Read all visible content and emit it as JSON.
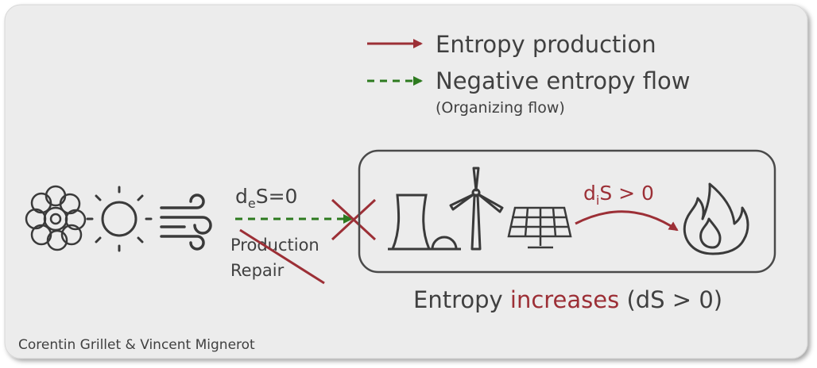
{
  "legend": {
    "entropy_production": "Entropy production",
    "negative_flow": "Negative entropy flow",
    "negative_flow_sub": "(Organizing flow)"
  },
  "flow": {
    "de_d": "d",
    "de_sub": "e",
    "de_rest": "S=0",
    "production": "Production",
    "repair": "Repair"
  },
  "system": {
    "di_d": "d",
    "di_sub": "i",
    "di_rest": "S > 0",
    "caption_part1": "Entropy ",
    "caption_part2": "increases",
    "caption_part3": " (dS > 0)"
  },
  "credit": "Corentin Grillet & Vincent Mignerot",
  "icons": {
    "matter": "raw-matter-icon",
    "sun": "sun-icon",
    "wind": "wind-icon",
    "nuclear": "nuclear-plant-icon",
    "turbine": "wind-turbine-icon",
    "solar": "solar-panel-icon",
    "fire": "fire-icon"
  },
  "colors": {
    "red": "#9c2f36",
    "green": "#2d7a1f",
    "text": "#404040",
    "icon": "#3a3a3a",
    "panel": "#ececec"
  }
}
